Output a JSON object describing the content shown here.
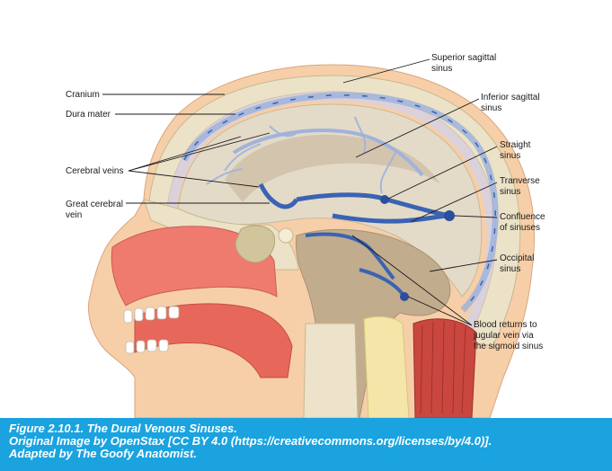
{
  "labels": {
    "cranium": "Cranium",
    "dura_mater": "Dura mater",
    "cerebral_veins": "Cerebral veins",
    "great_cerebral_vein": [
      "Great cerebral",
      "vein"
    ],
    "superior_sagittal": [
      "Superior sagittal",
      "sinus"
    ],
    "inferior_sagittal": [
      "Inferior sagittal",
      "sinus"
    ],
    "straight": [
      "Straight",
      "sinus"
    ],
    "transverse": [
      "Tranverse",
      "sinus"
    ],
    "confluence": [
      "Confluence",
      "of sinuses"
    ],
    "occipital": [
      "Occipital",
      "sinus"
    ],
    "blood_returns": [
      "Blood returns to",
      "jugular vein via",
      "the sigmoid sinus"
    ]
  },
  "caption": {
    "line1": "Figure 2.10.1. The Dural Venous Sinuses.",
    "line2": "Original Image by OpenStax [CC BY 4.0 (https://creativecommons.org/licenses/by/4.0)].",
    "line3": "Adapted by The Goofy Anatomist."
  },
  "colors": {
    "caption_bg": "#1aa3df",
    "skin": "#f6cfa8",
    "bone": "#e9e0c8",
    "brain": "#ddd3c2",
    "venous": "#3a63b2",
    "nasal": "#ee7b6e"
  }
}
